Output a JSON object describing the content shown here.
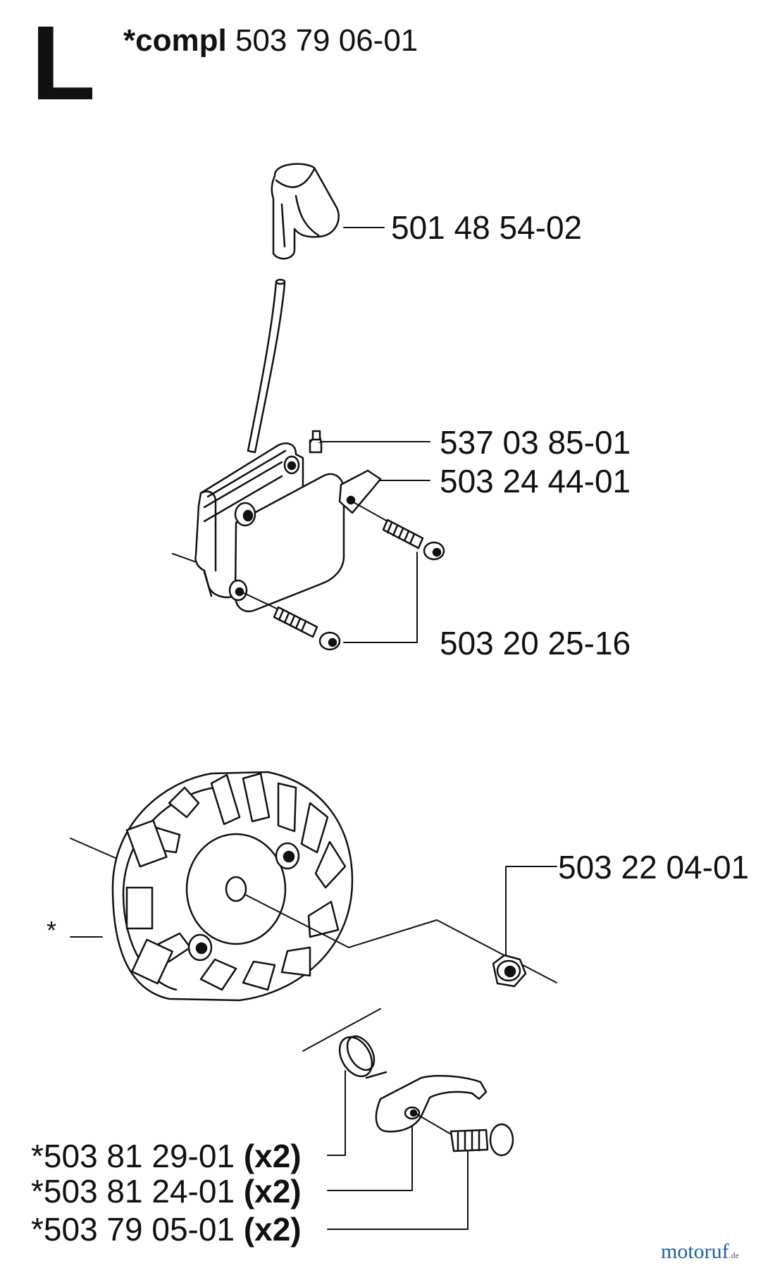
{
  "section": "L",
  "assembly": {
    "prefix": "*compl",
    "number": "503 79 06-01"
  },
  "parts": {
    "spark_plug_cap": "501 48 54-02",
    "terminal": "537 03 85-01",
    "ground_plate": "503 24 44-01",
    "screw": "503 20 25-16",
    "nut": "503 22 04-01",
    "spring": "*503 81 29-01",
    "pawl": "*503 81 24-01",
    "pin": "*503 79 05-01",
    "flywheel_mark": "*"
  },
  "quantity": "(x2)",
  "watermark": {
    "name": "motoruf",
    "tld": ".de"
  }
}
